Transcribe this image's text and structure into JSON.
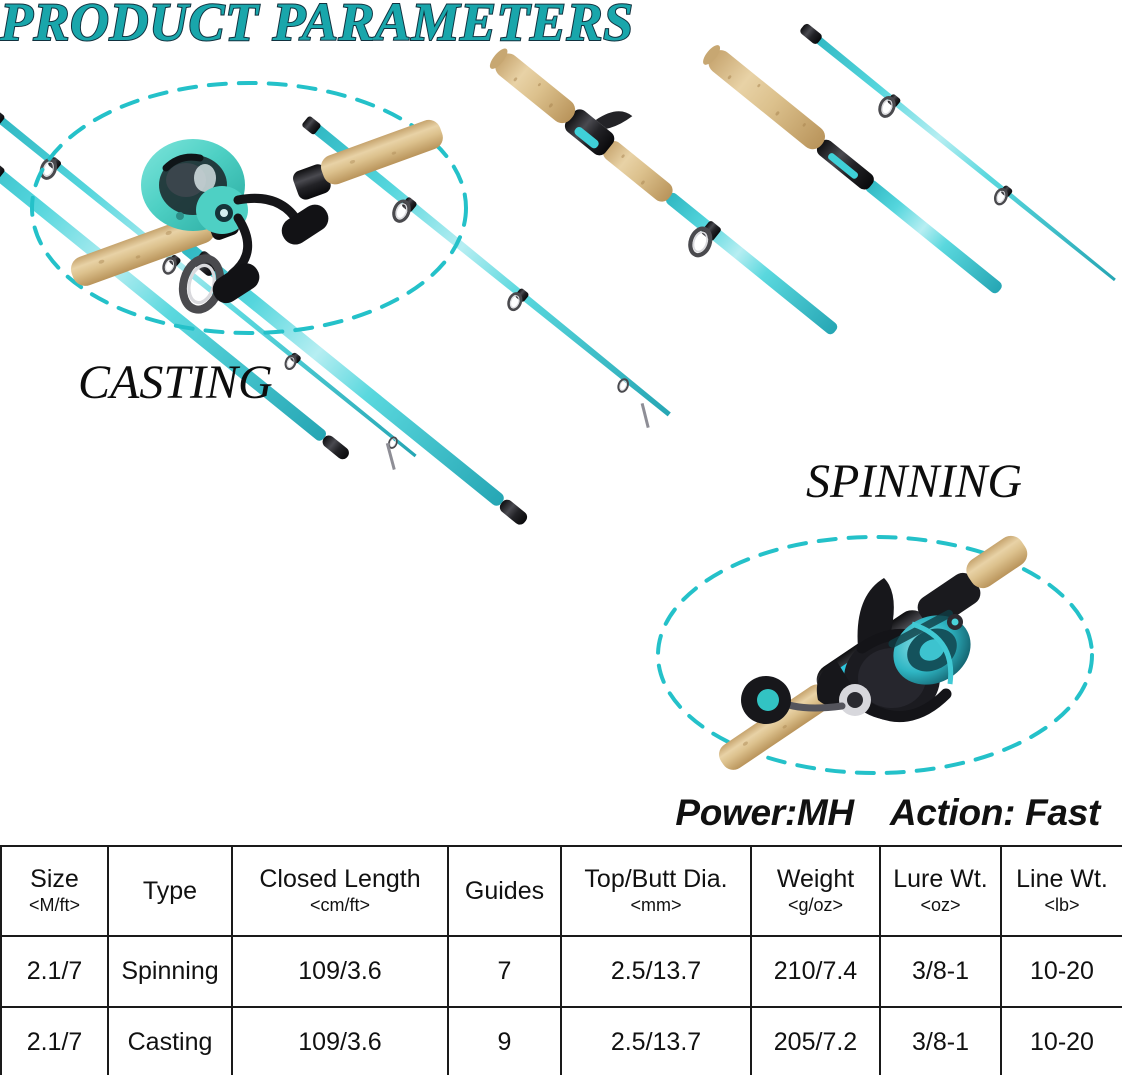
{
  "header": {
    "title": "PRODUCT PARAMETERS"
  },
  "callouts": {
    "casting": "CASTING",
    "spinning": "SPINNING"
  },
  "specs": {
    "power": "Power:MH",
    "action": "Action: Fast"
  },
  "colors": {
    "title_fill": "#19a6ab",
    "title_outline": "#11323f",
    "rod_blank": "#4ed3da",
    "rod_blank_dark": "#2fb7c2",
    "rod_blank_light": "#9fe9ee",
    "dashed_oval": "#24c1c9",
    "cork": "#d9bd8c",
    "cork_dark": "#bc9a63",
    "hardware_black": "#1d1d1f",
    "reel_teal": "#4fd3c6",
    "table_border": "#1a1a1a",
    "text": "#111111"
  },
  "table": {
    "columns": [
      {
        "label": "Size",
        "unit": "<M/ft>"
      },
      {
        "label": "Type",
        "unit": ""
      },
      {
        "label": "Closed Length",
        "unit": "<cm/ft>"
      },
      {
        "label": "Guides",
        "unit": ""
      },
      {
        "label": "Top/Butt Dia.",
        "unit": "<mm>"
      },
      {
        "label": "Weight",
        "unit": "<g/oz>"
      },
      {
        "label": "Lure Wt.",
        "unit": "<oz>"
      },
      {
        "label": "Line Wt.",
        "unit": "<lb>"
      }
    ],
    "rows": [
      {
        "size": "2.1/7",
        "type": "Spinning",
        "closed_length": "109/3.6",
        "guides": "7",
        "top_butt_dia": "2.5/13.7",
        "weight": "210/7.4",
        "lure_wt": "3/8-1",
        "line_wt": "10-20"
      },
      {
        "size": "2.1/7",
        "type": "Casting",
        "closed_length": "109/3.6",
        "guides": "9",
        "top_butt_dia": "2.5/13.7",
        "weight": "205/7.2",
        "lure_wt": "3/8-1",
        "line_wt": "10-20"
      }
    ]
  },
  "artwork": {
    "items": [
      {
        "name": "casting-reel-closeup",
        "label": "baitcasting reel on cork handle inside dashed oval"
      },
      {
        "name": "spinning-reel-closeup",
        "label": "spinning reel on cork handle inside dashed oval"
      },
      {
        "name": "casting-rod-sections",
        "label": "two-piece teal casting rod with trigger grip"
      },
      {
        "name": "spinning-rod-sections",
        "label": "two-piece teal spinning rod with guides"
      }
    ]
  }
}
